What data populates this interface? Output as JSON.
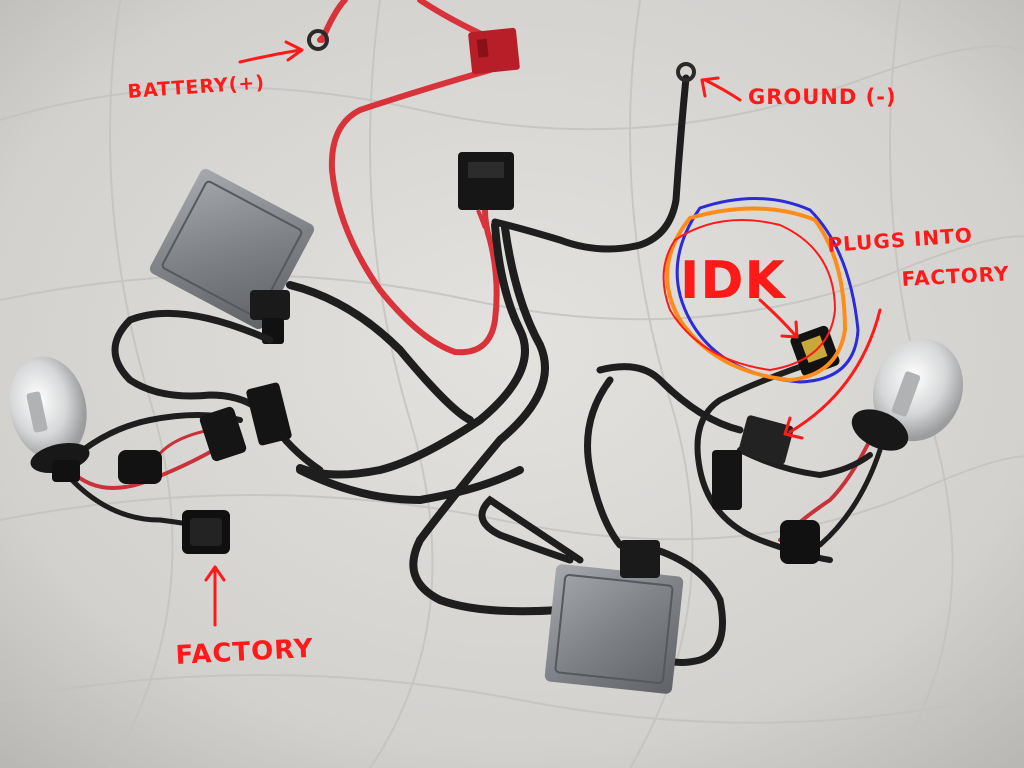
{
  "photo": {
    "subject": "HID xenon headlight conversion kit laid out on a white quilted blanket",
    "colors": {
      "annotation": "#ff1a1a",
      "circle_blue": "#2b2bd9",
      "circle_orange": "#ff8c1a",
      "wire_red": "#d8323a",
      "wire_black": "#1e1e1e",
      "ballast_metal": "#8d9094",
      "background": "#d9d7d4"
    }
  },
  "annotations": {
    "battery": "BATTERY(+)",
    "ground": "GROUND (-)",
    "idk": "IDK",
    "plugs_into_line1": "PLUGS INTO",
    "plugs_into_line2": "FACTORY",
    "factory": "FACTORY"
  }
}
